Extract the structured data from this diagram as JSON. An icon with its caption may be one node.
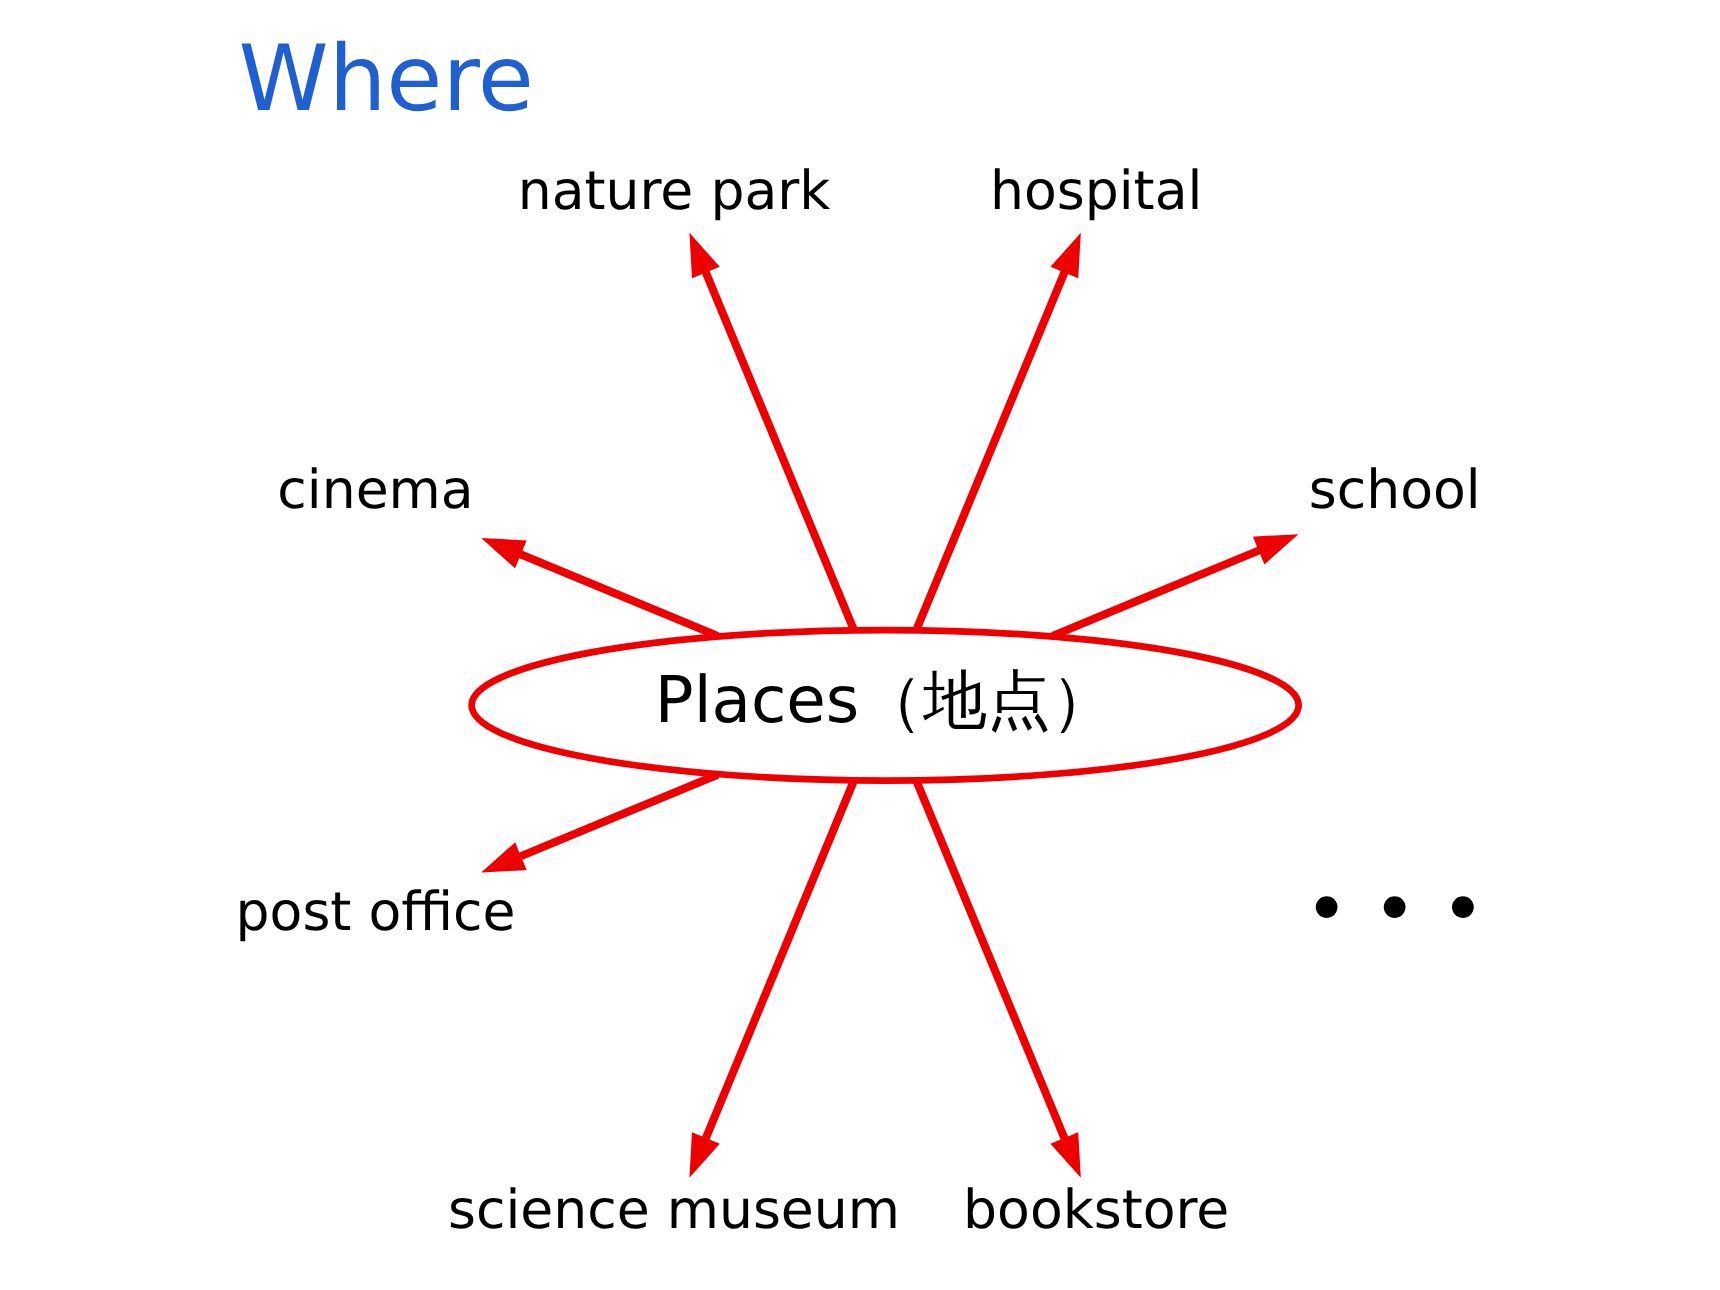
{
  "diagram": {
    "title": "Where",
    "nodes": [
      {
        "text": [
          "Places（地点）"
        ]
      },
      {
        "text": [
          "school"
        ]
      },
      {
        "text": [
          "hospital"
        ]
      },
      {
        "text": [
          "nature park"
        ]
      },
      {
        "text": [
          "cinema"
        ]
      },
      {
        "text": [
          "post office"
        ]
      },
      {
        "text": [
          "science museum"
        ]
      },
      {
        "text": [
          "bookstore"
        ]
      }
    ],
    "edges": [
      {
        "from": 0,
        "to": 1,
        "arrow": "to"
      },
      {
        "from": 0,
        "to": 2,
        "arrow": "to"
      },
      {
        "from": 0,
        "to": 3,
        "arrow": "to"
      },
      {
        "from": 0,
        "to": 4,
        "arrow": "to"
      },
      {
        "from": 0,
        "to": 5,
        "arrow": "to"
      },
      {
        "from": 0,
        "to": 6,
        "arrow": "to"
      },
      {
        "from": 0,
        "to": 7,
        "arrow": "to"
      }
    ],
    "labels": [
      "• • •"
    ]
  }
}
